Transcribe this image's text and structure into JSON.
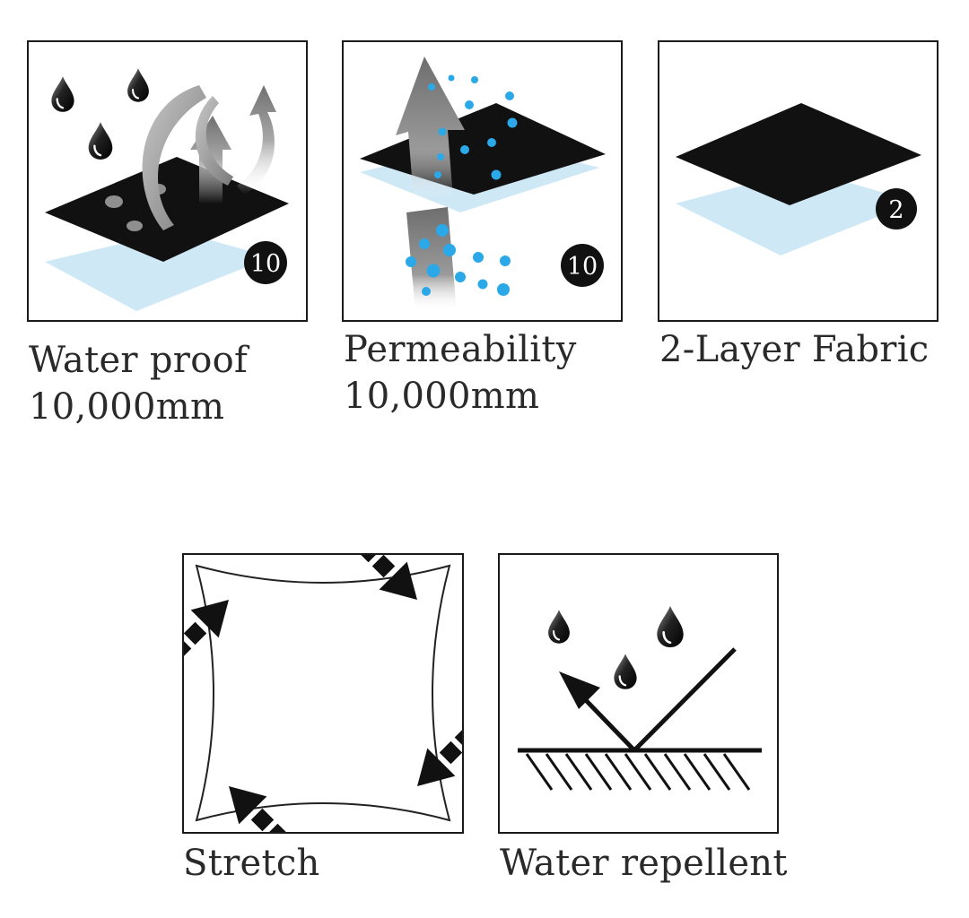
{
  "features": [
    {
      "id": "waterproof",
      "lines": [
        "Water proof",
        "10,000mm"
      ],
      "badge": "10"
    },
    {
      "id": "permeability",
      "lines": [
        "Permeability",
        "10,000mm"
      ],
      "badge": "10"
    },
    {
      "id": "two-layer",
      "lines": [
        "2-Layer Fabric"
      ],
      "badge": "2"
    },
    {
      "id": "stretch",
      "lines": [
        "Stretch"
      ]
    },
    {
      "id": "water-repellent",
      "lines": [
        "Water repellent"
      ]
    }
  ],
  "colors": {
    "fabric_top": "#111111",
    "fabric_bottom": "#cfe8f6",
    "droplet": "#111111",
    "bubble": "#2aa8e8",
    "arrow_gray": "#8a8a8a",
    "border": "#1a1a1a",
    "text": "#2a2a2a"
  }
}
